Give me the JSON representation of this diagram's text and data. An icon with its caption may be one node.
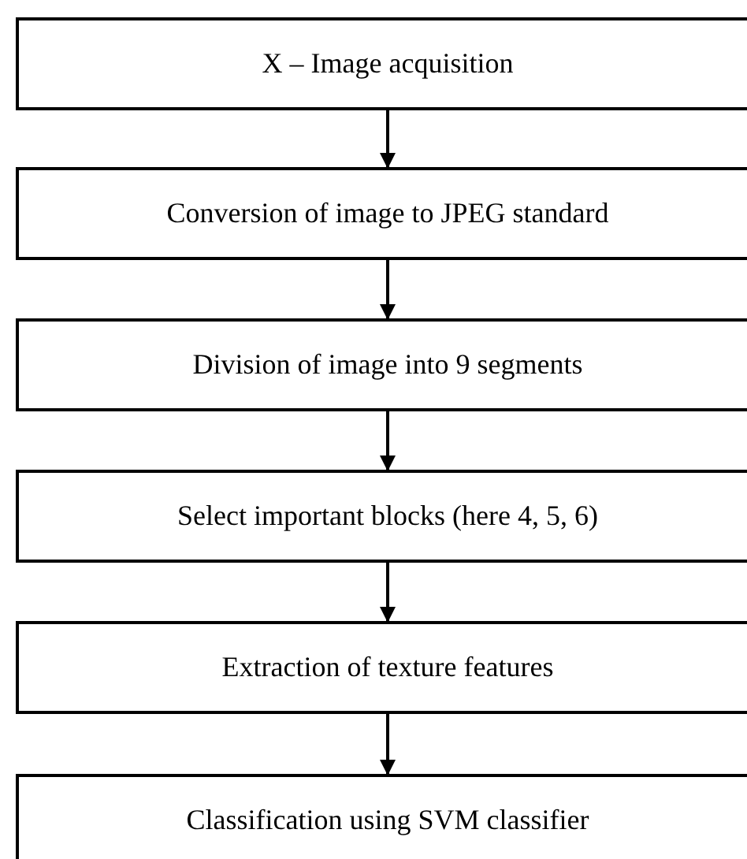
{
  "diagram": {
    "nodes": [
      {
        "text": [
          "X – Image acquisition"
        ]
      },
      {
        "text": [
          "Conversion of image to JPEG standard"
        ]
      },
      {
        "text": [
          "Division of image into 9 segments"
        ]
      },
      {
        "text": [
          "Select important blocks (here 4, 5, 6)"
        ]
      },
      {
        "text": [
          "Extraction of texture features"
        ]
      },
      {
        "text": [
          "Classification using SVM classifier"
        ]
      }
    ],
    "edges": [
      {
        "from": 0,
        "to": 1,
        "arrow": "to"
      },
      {
        "from": 1,
        "to": 2,
        "arrow": "to"
      },
      {
        "from": 2,
        "to": 3,
        "arrow": "to"
      },
      {
        "from": 3,
        "to": 4,
        "arrow": "to"
      },
      {
        "from": 4,
        "to": 5,
        "arrow": "to"
      }
    ]
  }
}
